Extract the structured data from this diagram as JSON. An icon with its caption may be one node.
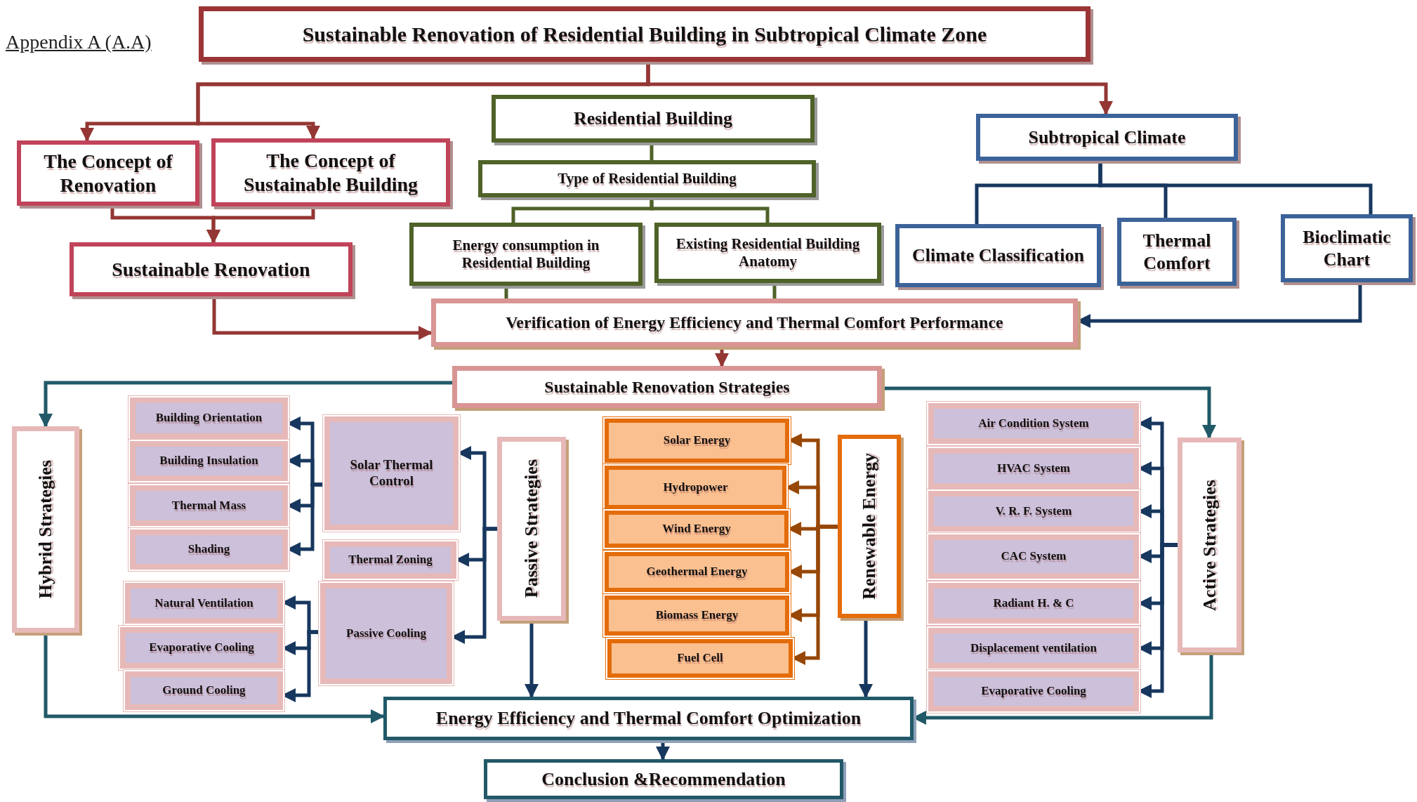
{
  "diagram": {
    "nodes": [
      {
        "text": [
          "Sustainable Renovation of Residential Building in Subtropical Climate Zone"
        ]
      },
      {
        "text": [
          "The Concept of Renovation"
        ]
      },
      {
        "text": [
          "The Concept of Sustainable Building"
        ]
      },
      {
        "text": [
          "Sustainable Renovation"
        ]
      },
      {
        "text": [
          "Residential Building"
        ]
      },
      {
        "text": [
          "Type of Residential Building"
        ]
      },
      {
        "text": [
          "Energy consumption in Residential Building"
        ]
      },
      {
        "text": [
          "Existing Residential Building Anatomy"
        ]
      },
      {
        "text": [
          "Subtropical Climate"
        ]
      },
      {
        "text": [
          "Climate Classification"
        ]
      },
      {
        "text": [
          "Thermal Comfort"
        ]
      },
      {
        "text": [
          "Bioclimatic Chart"
        ]
      },
      {
        "text": [
          "Verification of Energy Efficiency and Thermal Comfort Performance"
        ]
      },
      {
        "text": [
          "Sustainable Renovation Strategies"
        ]
      },
      {
        "text": [
          "Hybrid Strategies"
        ]
      },
      {
        "text": [
          "Building Orientation"
        ]
      },
      {
        "text": [
          "Building Insulation"
        ]
      },
      {
        "text": [
          "Thermal Mass"
        ]
      },
      {
        "text": [
          "Shading"
        ]
      },
      {
        "text": [
          "Solar Thermal Control"
        ]
      },
      {
        "text": [
          "Thermal Zoning"
        ]
      },
      {
        "text": [
          "Natural Ventilation"
        ]
      },
      {
        "text": [
          "Evaporative Cooling"
        ]
      },
      {
        "text": [
          "Ground Cooling"
        ]
      },
      {
        "text": [
          "Passive Cooling"
        ]
      },
      {
        "text": [
          "Passive Strategies"
        ]
      },
      {
        "text": [
          "Solar Energy"
        ]
      },
      {
        "text": [
          "Hydropower"
        ]
      },
      {
        "text": [
          "Wind Energy"
        ]
      },
      {
        "text": [
          "Geothermal Energy"
        ]
      },
      {
        "text": [
          "Biomass Energy"
        ]
      },
      {
        "text": [
          "Fuel Cell"
        ]
      },
      {
        "text": [
          "Renewable Energy"
        ]
      },
      {
        "text": [
          "Air Condition System"
        ]
      },
      {
        "text": [
          "HVAC System"
        ]
      },
      {
        "text": [
          "V. R. F. System"
        ]
      },
      {
        "text": [
          "CAC System"
        ]
      },
      {
        "text": [
          "Radiant H. & C"
        ]
      },
      {
        "text": [
          "Displacement ventilation"
        ]
      },
      {
        "text": [
          "Evaporative Cooling"
        ]
      },
      {
        "text": [
          "Active Strategies"
        ]
      },
      {
        "text": [
          "Energy Efficiency and Thermal Comfort Optimization"
        ]
      },
      {
        "text": [
          "Conclusion &Recommendation"
        ]
      }
    ],
    "edges": [
      {
        "from": 0,
        "to": 1,
        "arrow": "to",
        "color": "#943634"
      },
      {
        "from": 0,
        "to": 2,
        "arrow": "to",
        "color": "#943634"
      },
      {
        "from": 0,
        "to": 8,
        "arrow": "to",
        "color": "#943634"
      },
      {
        "from": 1,
        "to": 3,
        "arrow": "to",
        "color": "#943634"
      },
      {
        "from": 2,
        "to": 3,
        "arrow": "to",
        "color": "#943634"
      },
      {
        "from": 3,
        "to": 12,
        "arrow": "to",
        "color": "#943634"
      },
      {
        "from": 4,
        "to": 5,
        "arrow": "none",
        "color": "#4f6228"
      },
      {
        "from": 5,
        "to": 6,
        "arrow": "none",
        "color": "#4f6228"
      },
      {
        "from": 5,
        "to": 7,
        "arrow": "none",
        "color": "#4f6228"
      },
      {
        "from": 6,
        "to": 12,
        "arrow": "none",
        "color": "#4f6228"
      },
      {
        "from": 7,
        "to": 12,
        "arrow": "none",
        "color": "#4f6228"
      },
      {
        "from": 8,
        "to": 9,
        "arrow": "none"
      },
      {
        "from": 8,
        "to": 10,
        "arrow": "none"
      },
      {
        "from": 8,
        "to": 11,
        "arrow": "none"
      },
      {
        "from": 11,
        "to": 12,
        "arrow": "to"
      },
      {
        "from": 12,
        "to": 13,
        "arrow": "to",
        "color": "#943634"
      },
      {
        "from": 13,
        "to": 14,
        "arrow": "to",
        "color": "#215968"
      },
      {
        "from": 13,
        "to": 40,
        "arrow": "to",
        "color": "#215968"
      },
      {
        "from": 19,
        "to": 15,
        "arrow": "to"
      },
      {
        "from": 19,
        "to": 16,
        "arrow": "to"
      },
      {
        "from": 19,
        "to": 17,
        "arrow": "to"
      },
      {
        "from": 19,
        "to": 18,
        "arrow": "to"
      },
      {
        "from": 25,
        "to": 19,
        "arrow": "to"
      },
      {
        "from": 25,
        "to": 20,
        "arrow": "to"
      },
      {
        "from": 25,
        "to": 24,
        "arrow": "to"
      },
      {
        "from": 24,
        "to": 21,
        "arrow": "to"
      },
      {
        "from": 24,
        "to": 22,
        "arrow": "to"
      },
      {
        "from": 24,
        "to": 23,
        "arrow": "to"
      },
      {
        "from": 32,
        "to": 26,
        "arrow": "to",
        "color": "#974706"
      },
      {
        "from": 32,
        "to": 27,
        "arrow": "to",
        "color": "#974706"
      },
      {
        "from": 32,
        "to": 28,
        "arrow": "to",
        "color": "#974706"
      },
      {
        "from": 32,
        "to": 29,
        "arrow": "to",
        "color": "#974706"
      },
      {
        "from": 32,
        "to": 30,
        "arrow": "to",
        "color": "#974706"
      },
      {
        "from": 32,
        "to": 31,
        "arrow": "to",
        "color": "#974706"
      },
      {
        "from": 40,
        "to": 33,
        "arrow": "to"
      },
      {
        "from": 40,
        "to": 34,
        "arrow": "to"
      },
      {
        "from": 40,
        "to": 35,
        "arrow": "to"
      },
      {
        "from": 40,
        "to": 36,
        "arrow": "to"
      },
      {
        "from": 40,
        "to": 37,
        "arrow": "to"
      },
      {
        "from": 40,
        "to": 38,
        "arrow": "to"
      },
      {
        "from": 40,
        "to": 39,
        "arrow": "to"
      },
      {
        "from": 14,
        "to": 41,
        "arrow": "to",
        "color": "#215968"
      },
      {
        "from": 25,
        "to": 41,
        "arrow": "to"
      },
      {
        "from": 32,
        "to": 41,
        "arrow": "to"
      },
      {
        "from": 40,
        "to": 41,
        "arrow": "to",
        "color": "#215968"
      },
      {
        "from": 41,
        "to": 42,
        "arrow": "to"
      }
    ],
    "labels": [
      "Appendix A (A.A)"
    ]
  }
}
